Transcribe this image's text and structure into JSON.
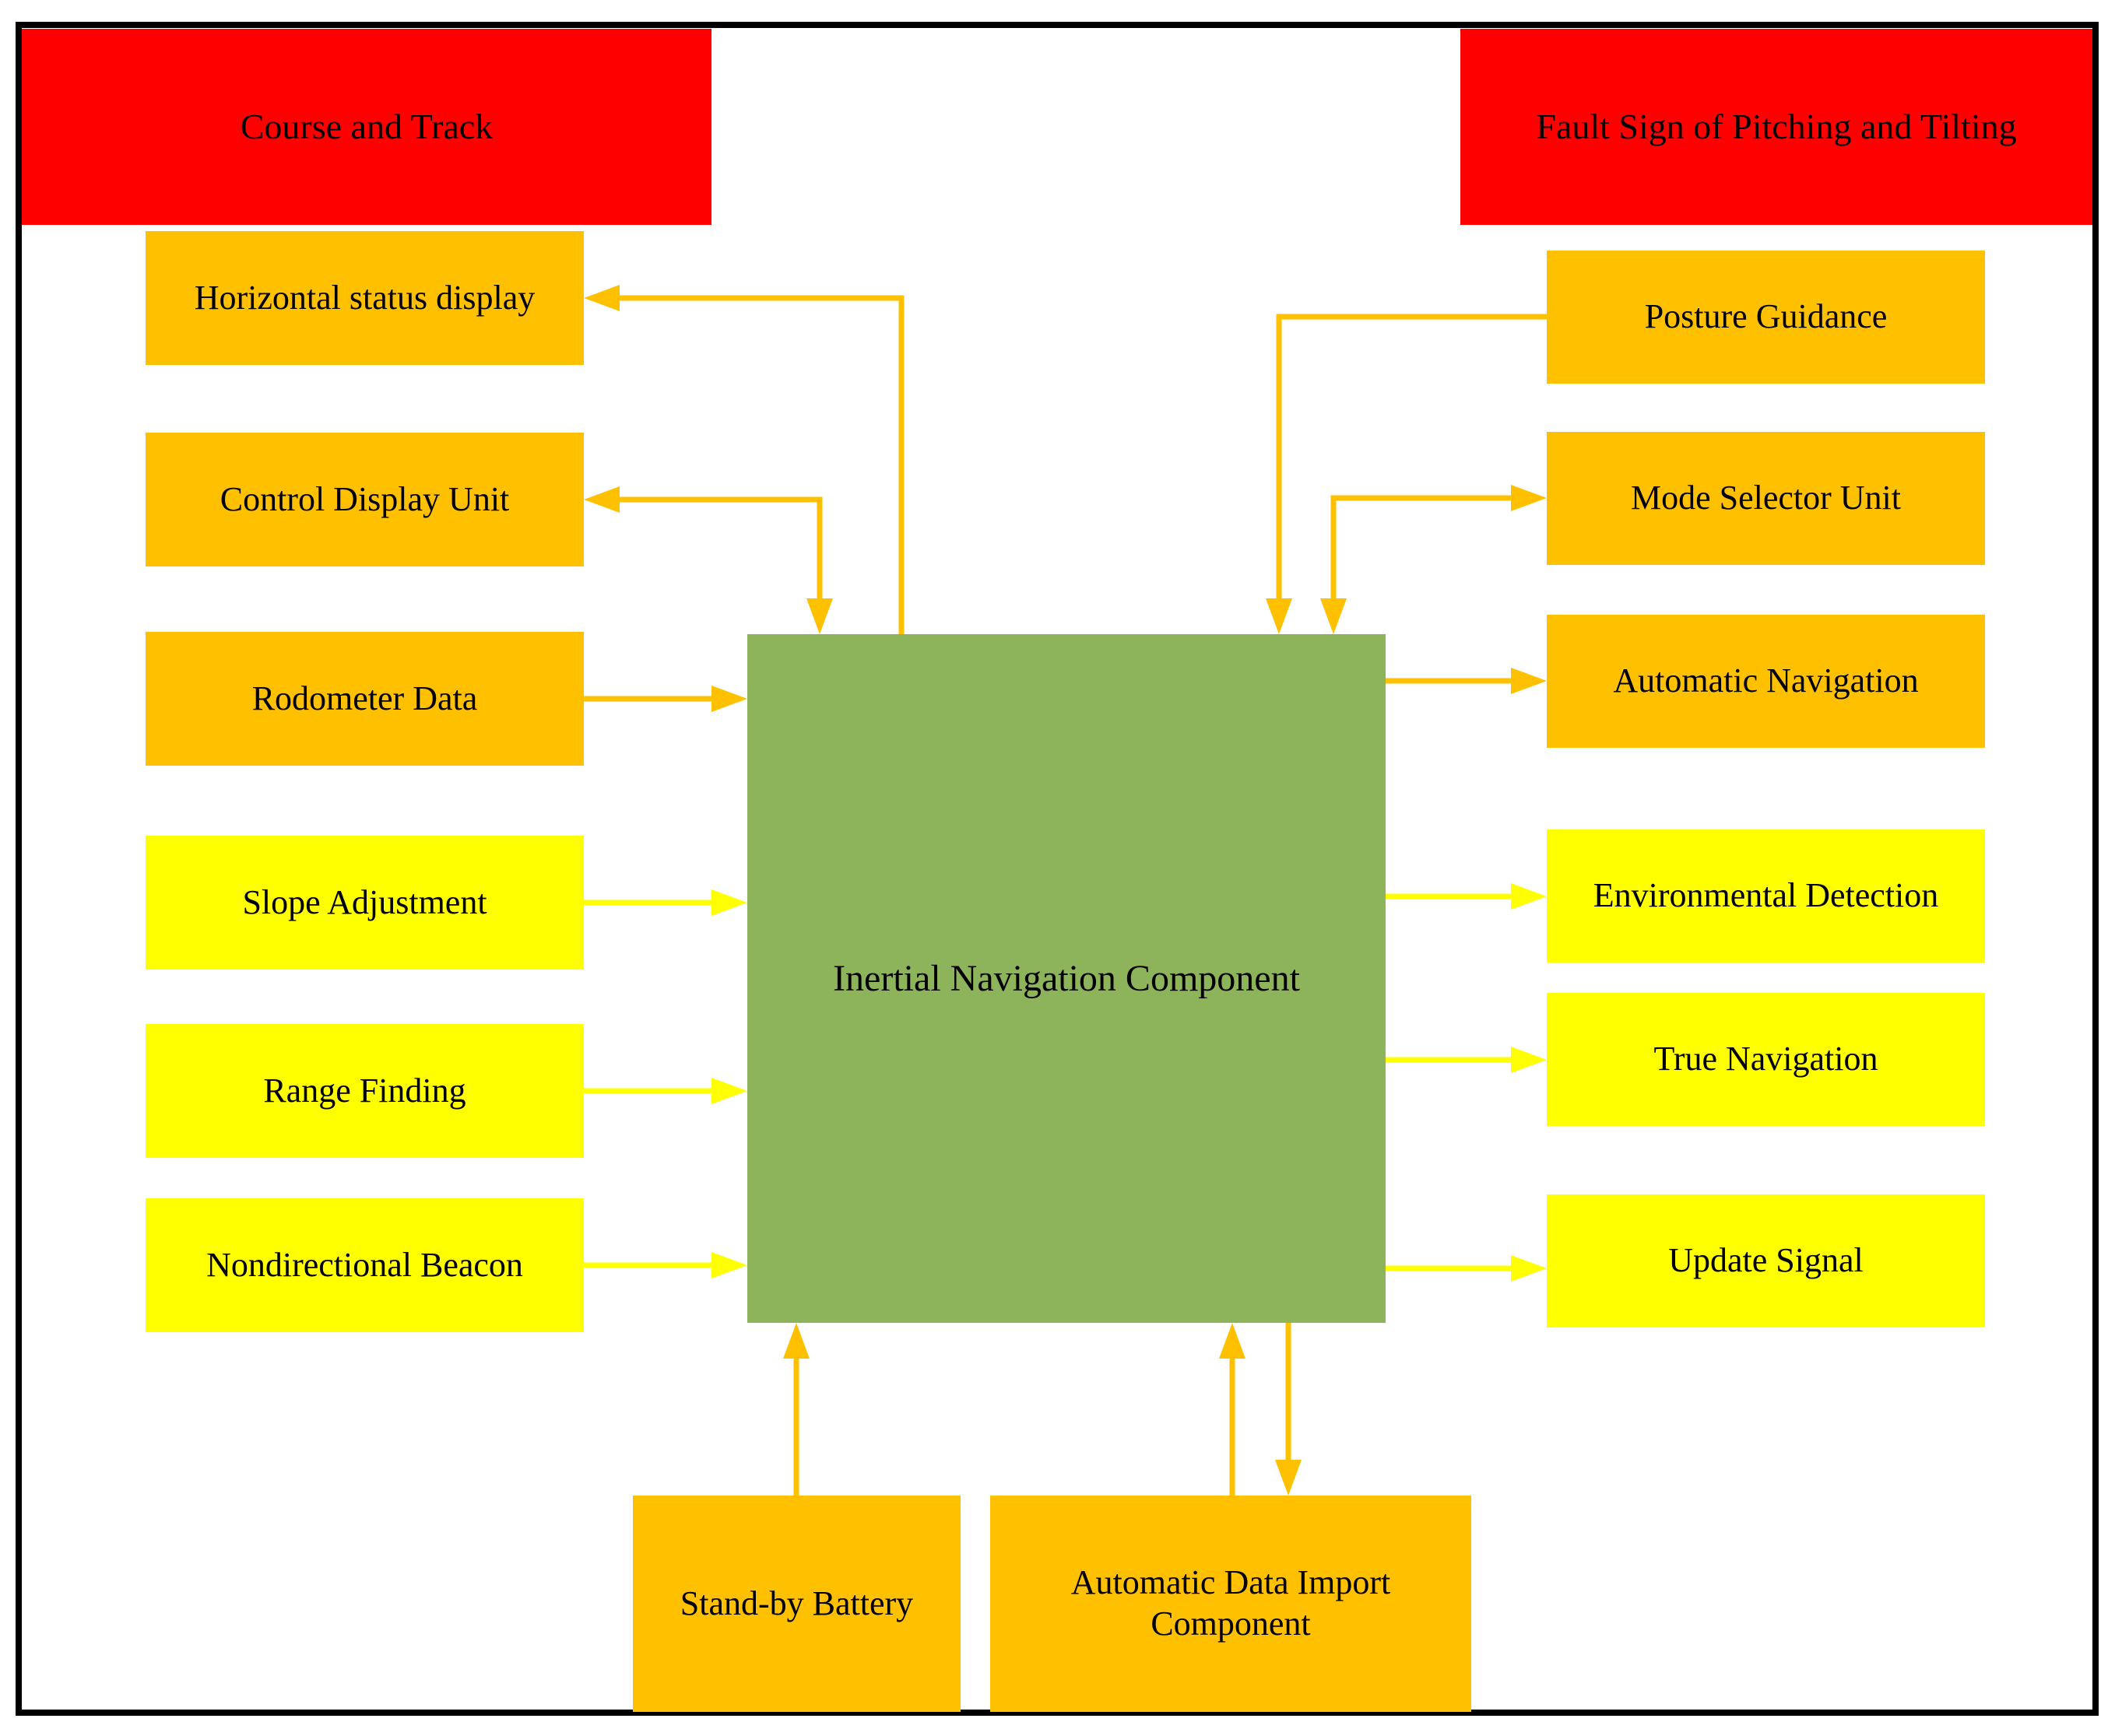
{
  "diagram": {
    "banners": {
      "left": "Course and Track",
      "right": "Fault Sign of Pitching and Tilting"
    },
    "center": {
      "label": "Inertial Navigation Component"
    },
    "left_column": [
      {
        "label": "Horizontal status display",
        "color": "orange"
      },
      {
        "label": "Control Display Unit",
        "color": "orange"
      },
      {
        "label": "Rodometer Data",
        "color": "orange"
      },
      {
        "label": "Slope Adjustment",
        "color": "yellow"
      },
      {
        "label": "Range Finding",
        "color": "yellow"
      },
      {
        "label": "Nondirectional Beacon",
        "color": "yellow"
      }
    ],
    "right_column": [
      {
        "label": "Posture Guidance",
        "color": "orange"
      },
      {
        "label": "Mode Selector Unit",
        "color": "orange"
      },
      {
        "label": "Automatic Navigation",
        "color": "orange"
      },
      {
        "label": "Environmental Detection",
        "color": "yellow"
      },
      {
        "label": "True Navigation",
        "color": "yellow"
      },
      {
        "label": "Update Signal",
        "color": "yellow"
      }
    ],
    "bottom_row": [
      {
        "label": "Stand-by Battery",
        "color": "orange"
      },
      {
        "label": "Automatic Data Import Component",
        "color": "orange"
      }
    ],
    "connections": [
      {
        "from": "Inertial Navigation Component",
        "to": "Horizontal status display",
        "color": "orange",
        "heads": [
          "to"
        ]
      },
      {
        "from": "Control Display Unit",
        "to": "Inertial Navigation Component",
        "color": "orange",
        "heads": [
          "from",
          "to"
        ]
      },
      {
        "from": "Rodometer Data",
        "to": "Inertial Navigation Component",
        "color": "orange",
        "heads": [
          "to"
        ]
      },
      {
        "from": "Slope Adjustment",
        "to": "Inertial Navigation Component",
        "color": "yellow",
        "heads": [
          "to"
        ]
      },
      {
        "from": "Range Finding",
        "to": "Inertial Navigation Component",
        "color": "yellow",
        "heads": [
          "to"
        ]
      },
      {
        "from": "Nondirectional Beacon",
        "to": "Inertial Navigation Component",
        "color": "yellow",
        "heads": [
          "to"
        ]
      },
      {
        "from": "Posture Guidance",
        "to": "Inertial Navigation Component",
        "color": "orange",
        "heads": [
          "to"
        ]
      },
      {
        "from": "Mode Selector Unit",
        "to": "Inertial Navigation Component",
        "color": "orange",
        "heads": [
          "from",
          "to"
        ]
      },
      {
        "from": "Inertial Navigation Component",
        "to": "Automatic Navigation",
        "color": "orange",
        "heads": [
          "to"
        ]
      },
      {
        "from": "Inertial Navigation Component",
        "to": "Environmental Detection",
        "color": "yellow",
        "heads": [
          "to"
        ]
      },
      {
        "from": "Inertial Navigation Component",
        "to": "True Navigation",
        "color": "yellow",
        "heads": [
          "to"
        ]
      },
      {
        "from": "Inertial Navigation Component",
        "to": "Update Signal",
        "color": "yellow",
        "heads": [
          "to"
        ]
      },
      {
        "from": "Stand-by Battery",
        "to": "Inertial Navigation Component",
        "color": "orange",
        "heads": [
          "to"
        ]
      },
      {
        "from": "Automatic Data Import Component",
        "to": "Inertial Navigation Component",
        "color": "orange",
        "heads": [
          "to"
        ]
      },
      {
        "from": "Inertial Navigation Component",
        "to": "Automatic Data Import Component",
        "color": "orange",
        "heads": [
          "to"
        ]
      }
    ],
    "colors": {
      "red": "#FF0000",
      "orange": "#FFC000",
      "yellow": "#FFFF00",
      "green": "#8DB45A",
      "border": "#000000"
    }
  }
}
